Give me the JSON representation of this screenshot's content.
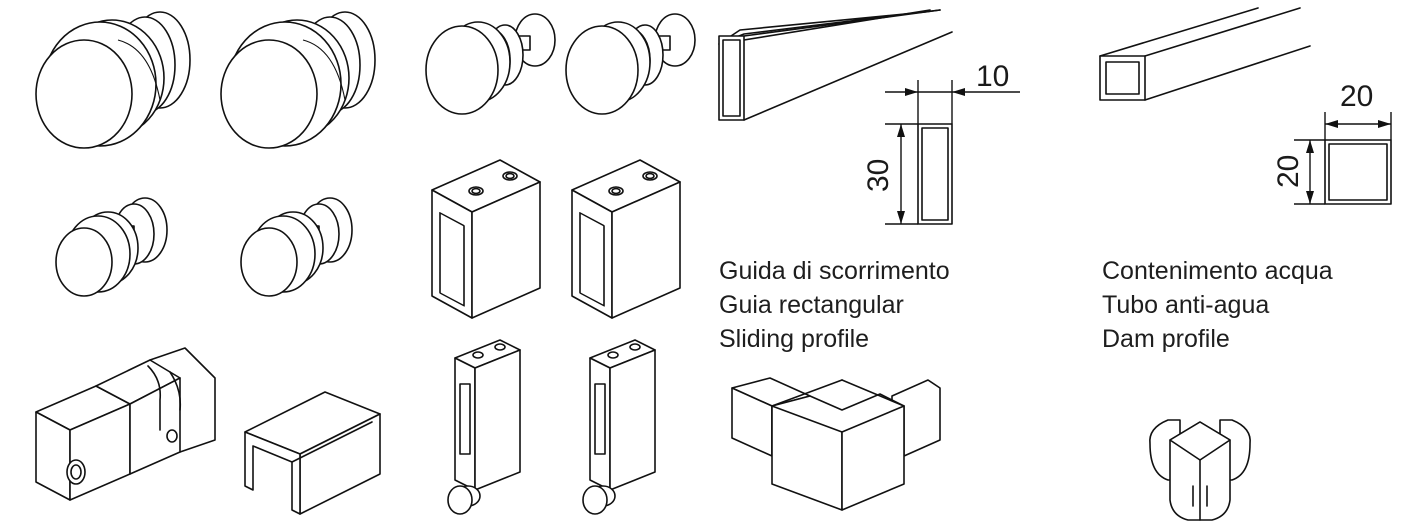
{
  "sliding_profile": {
    "captions": [
      "Guida di scorrimento",
      "Guia rectangular",
      "Sliding profile"
    ],
    "dim_width": "10",
    "dim_height": "30"
  },
  "dam_profile": {
    "captions": [
      "Contenimento acqua",
      "Tubo anti-agua",
      "Dam profile"
    ],
    "dim_width": "20",
    "dim_height": "20"
  },
  "icons": [
    "large-glass-knob-icon",
    "large-glass-knob-icon",
    "small-glass-knob-icon",
    "small-glass-knob-icon",
    "medium-roller-knob-icon",
    "medium-roller-knob-icon",
    "rectangular-connector-block-icon",
    "rectangular-connector-block-icon",
    "open-sliding-bracket-icon",
    "u-channel-cap-icon",
    "tall-bar-holder-with-stop-icon",
    "tall-bar-holder-with-stop-icon",
    "rectangular-tube-icon",
    "square-tube-icon",
    "l-corner-connector-icon",
    "rounded-corner-cap-icon"
  ]
}
